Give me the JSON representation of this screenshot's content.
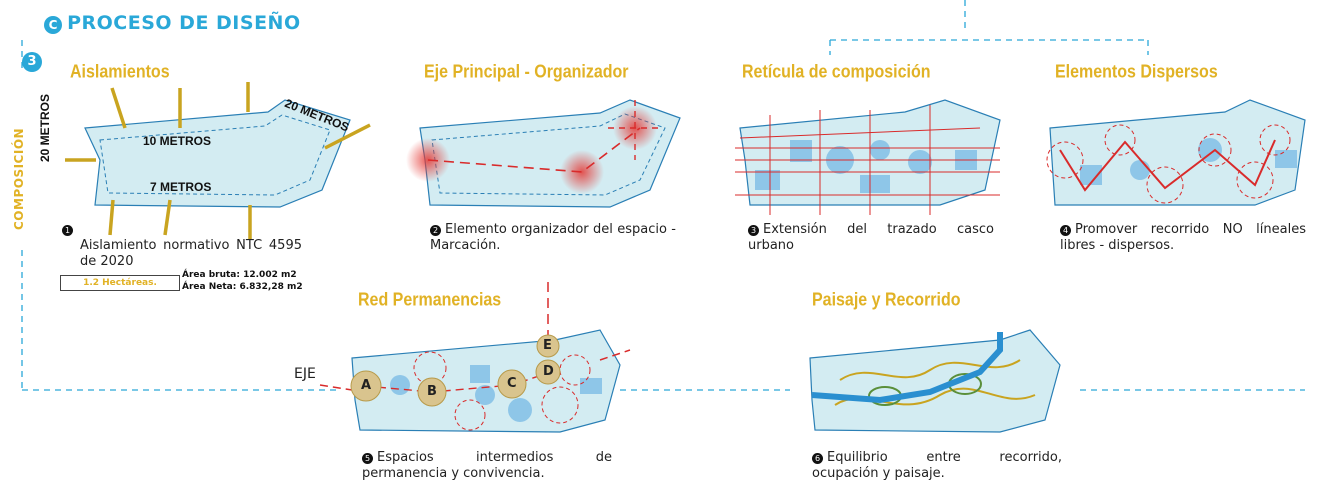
{
  "header": {
    "badge": "C",
    "title": "PROCESO DE DISEÑO",
    "step": "3",
    "side_label": "COMPOSICIÓN"
  },
  "panels": {
    "aislamientos": {
      "title": "Aislamientos",
      "labels": [
        "20 METROS",
        "10 METROS",
        "20 METROS",
        "7 METROS"
      ],
      "caption_num": "1",
      "caption": "Aislamiento normativo NTC 4595 de 2020",
      "hectareas": "1.2 Hectáreas.",
      "area_bruta": "Área bruta: 12.002 m2",
      "area_neta": "Área Neta: 6.832,28 m2"
    },
    "eje": {
      "title": "Eje Principal - Organizador",
      "caption_num": "2",
      "caption": "Elemento organizador del espacio - Marcación."
    },
    "reticula": {
      "title": "Retícula de composición",
      "caption_num": "3",
      "caption": "Extensión del trazado casco urbano"
    },
    "dispersos": {
      "title": "Elementos Dispersos",
      "caption_num": "4",
      "caption": "Promover recorrido NO líneales libres - dispersos."
    },
    "red": {
      "title": "Red Permanencias",
      "eje_label": "EJE",
      "nodes": [
        "A",
        "B",
        "C",
        "D",
        "E"
      ],
      "caption_num": "5",
      "caption": "Espacios intermedios de permanencia y convivencia."
    },
    "paisaje": {
      "title": "Paisaje y Recorrido",
      "caption_num": "6",
      "caption": "Equilibrio entre recorrido, ocupación y paisaje."
    }
  },
  "colors": {
    "accent": "#2aa8d8",
    "gold": "#e1b225",
    "red": "#d92b2b",
    "lot": "#d3ecf2"
  }
}
